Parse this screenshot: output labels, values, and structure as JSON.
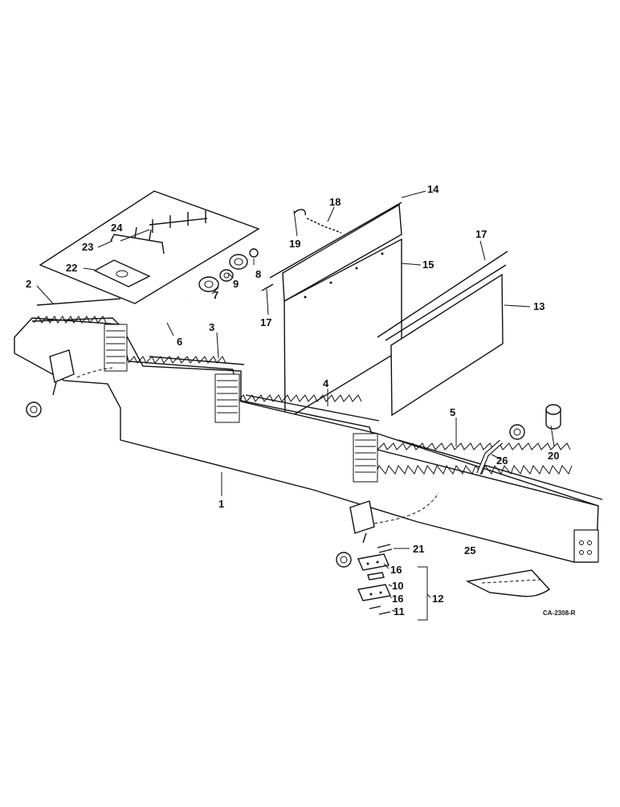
{
  "diagram": {
    "callouts": [
      "1",
      "2",
      "3",
      "4",
      "5",
      "6",
      "7",
      "8",
      "9",
      "10",
      "11",
      "12",
      "13",
      "14",
      "15",
      "16",
      "16",
      "17",
      "17",
      "18",
      "19",
      "20",
      "21",
      "22",
      "23",
      "24",
      "25",
      "26"
    ],
    "drawing_code": "CA-2308-R"
  }
}
